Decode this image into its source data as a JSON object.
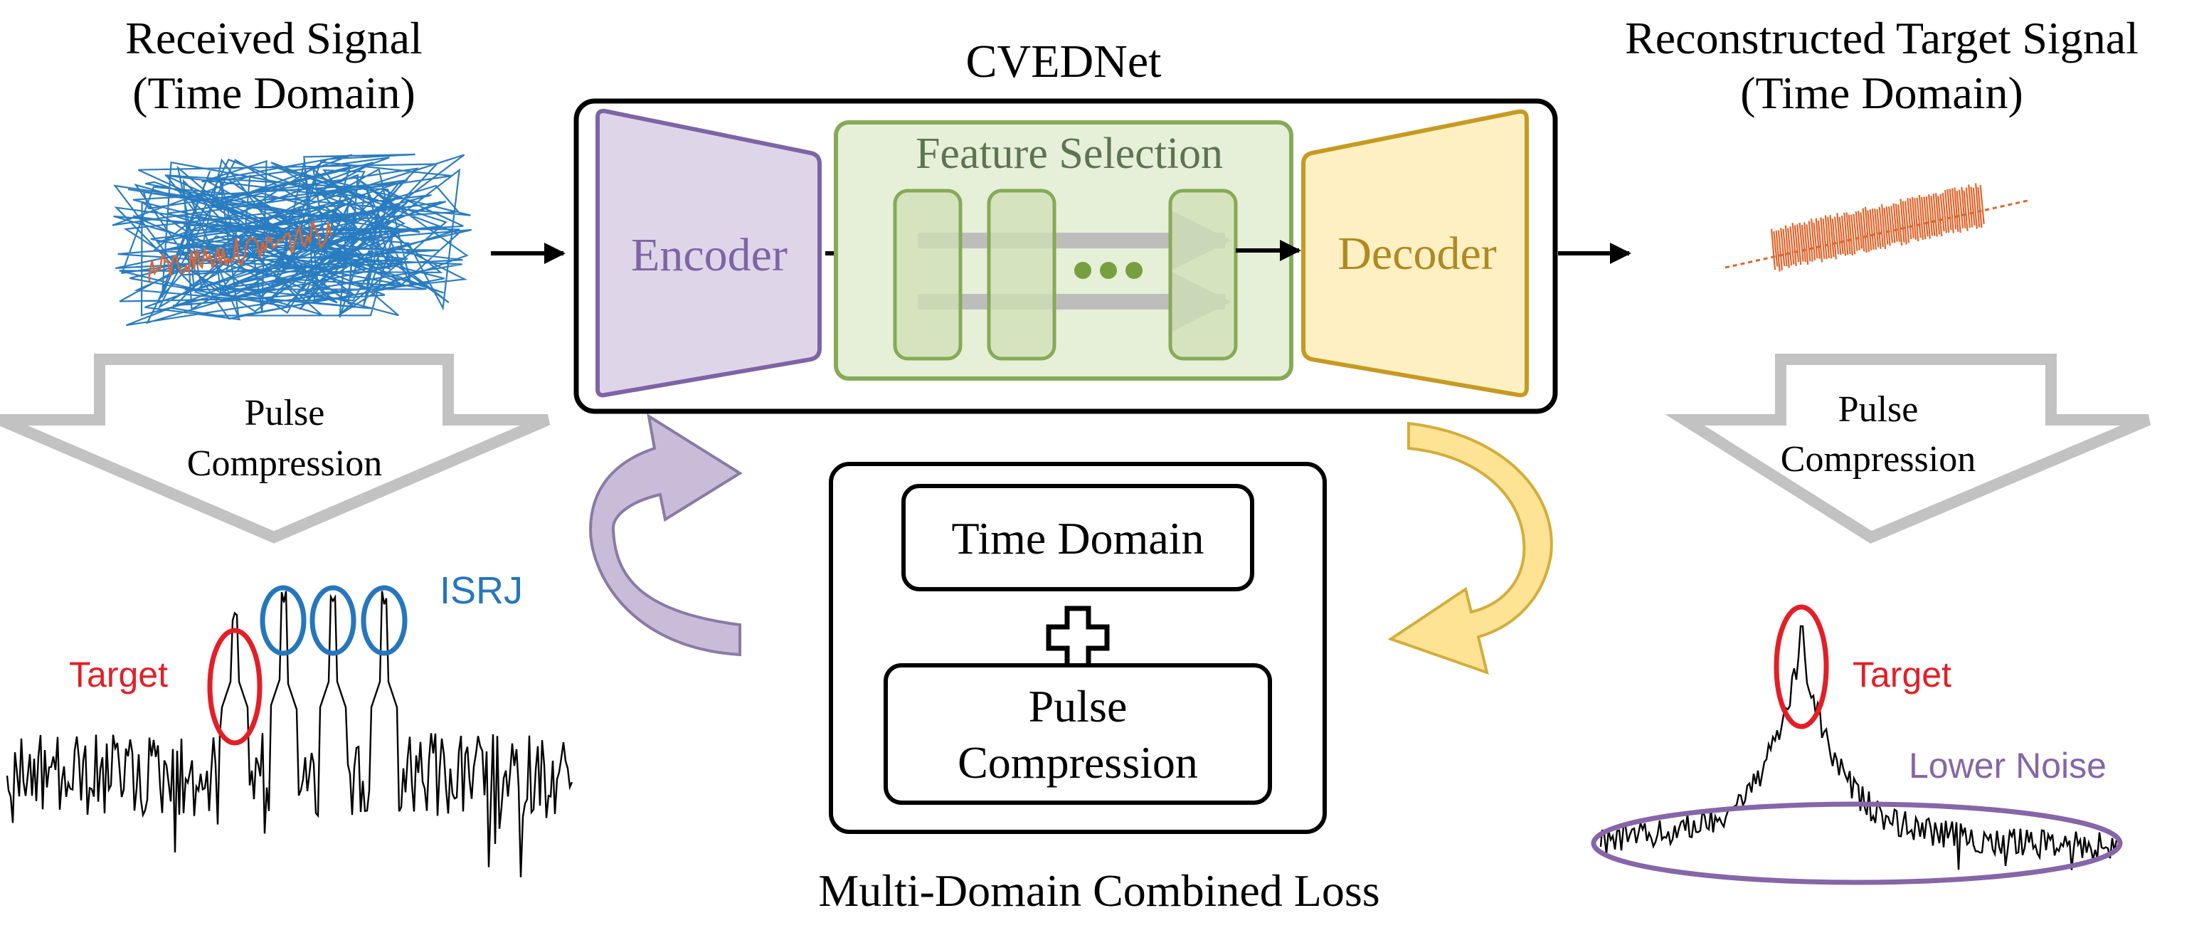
{
  "left": {
    "title_line1": "Received Signal",
    "title_line2": "(Time Domain)",
    "arrow_label_line1": "Pulse",
    "arrow_label_line2": "Compression",
    "isrj_label": "ISRJ",
    "target_label": "Target"
  },
  "network": {
    "title": "CVEDNet",
    "encoder_label": "Encoder",
    "feature_title": "Feature Selection",
    "decoder_label": "Decoder"
  },
  "loss": {
    "time_domain": "Time Domain",
    "plus": "+",
    "pulse_line1": "Pulse",
    "pulse_line2": "Compression",
    "caption": "Multi-Domain Combined Loss"
  },
  "right": {
    "title_line1": "Reconstructed Target Signal",
    "title_line2": "(Time Domain)",
    "arrow_label_line1": "Pulse",
    "arrow_label_line2": "Compression",
    "target_label": "Target",
    "noise_label": "Lower Noise"
  },
  "colors": {
    "encoder_fill": "#ded6e8",
    "encoder_stroke": "#7e64a6",
    "feature_fill": "#e6efd8",
    "feature_stroke": "#86aa57",
    "decoder_fill": "#fff0c4",
    "decoder_stroke": "#c69a22",
    "signal_blue": "#2a7cc0",
    "signal_orange": "#e0642a",
    "target_red": "#e41e26",
    "isrj_blue": "#2576bd",
    "noise_purple": "#8665a8",
    "hollow_arrow": "#c2c2c2"
  }
}
